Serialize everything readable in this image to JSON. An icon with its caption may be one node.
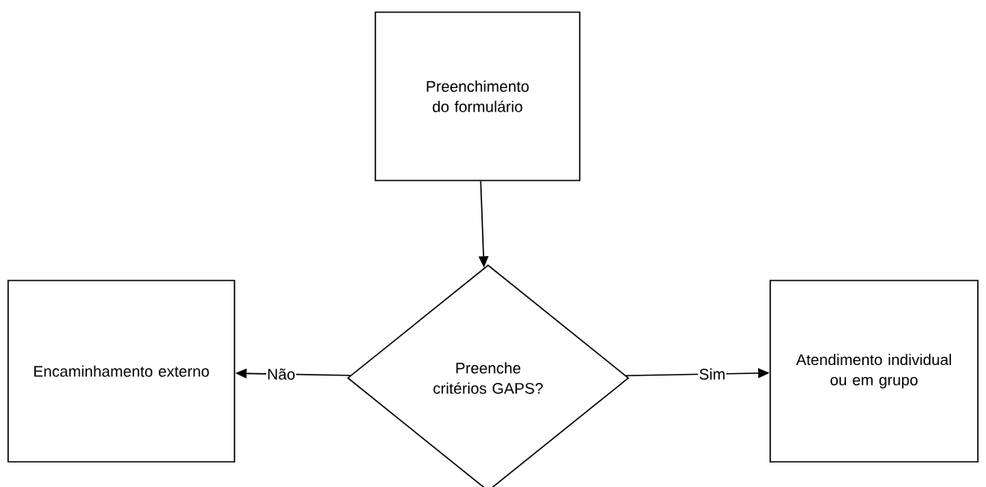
{
  "diagram": {
    "nodes": [
      {
        "text": [
          "Preenchimento do formulário"
        ]
      },
      {
        "text": [
          "Preenche critérios GAPS?"
        ]
      },
      {
        "text": [
          "Encaminhamento externo"
        ]
      },
      {
        "text": [
          "Atendimento individual ou em grupo"
        ]
      }
    ],
    "edges": [
      {
        "from": 0,
        "to": 1,
        "arrow": "to"
      },
      {
        "from": 1,
        "to": 2,
        "arrow": "to",
        "label": "Não"
      },
      {
        "from": 1,
        "to": 3,
        "arrow": "to",
        "label": "Sim"
      }
    ]
  }
}
